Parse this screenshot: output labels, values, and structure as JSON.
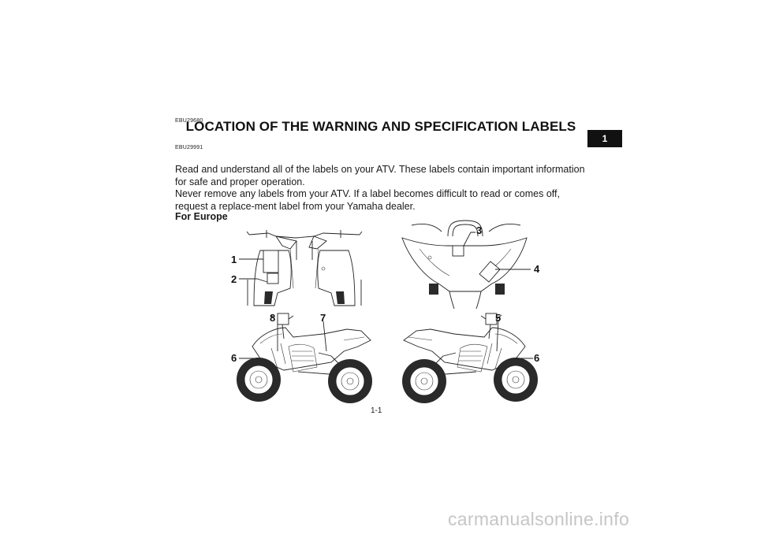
{
  "doc": {
    "code_top": "EBU29680",
    "title": "LOCATION OF THE WARNING AND SPECIFICATION LABELS",
    "code_sub": "EBU29991",
    "paragraph1": "Read and understand all of the labels on your ATV. These labels contain important information for safe and proper operation.",
    "paragraph2": "Never remove any labels from your ATV. If a label becomes difficult to read or comes off, request a replace-ment label from your Yamaha dealer.",
    "subheading": "For Europe",
    "chapter_tab": "1",
    "page_number": "1-1",
    "watermark": "carmanualsonline.info"
  },
  "callouts": {
    "c1": "1",
    "c2": "2",
    "c3": "3",
    "c4": "4",
    "c5": "5",
    "c6a": "6",
    "c6b": "6",
    "c7": "7",
    "c8": "8"
  }
}
